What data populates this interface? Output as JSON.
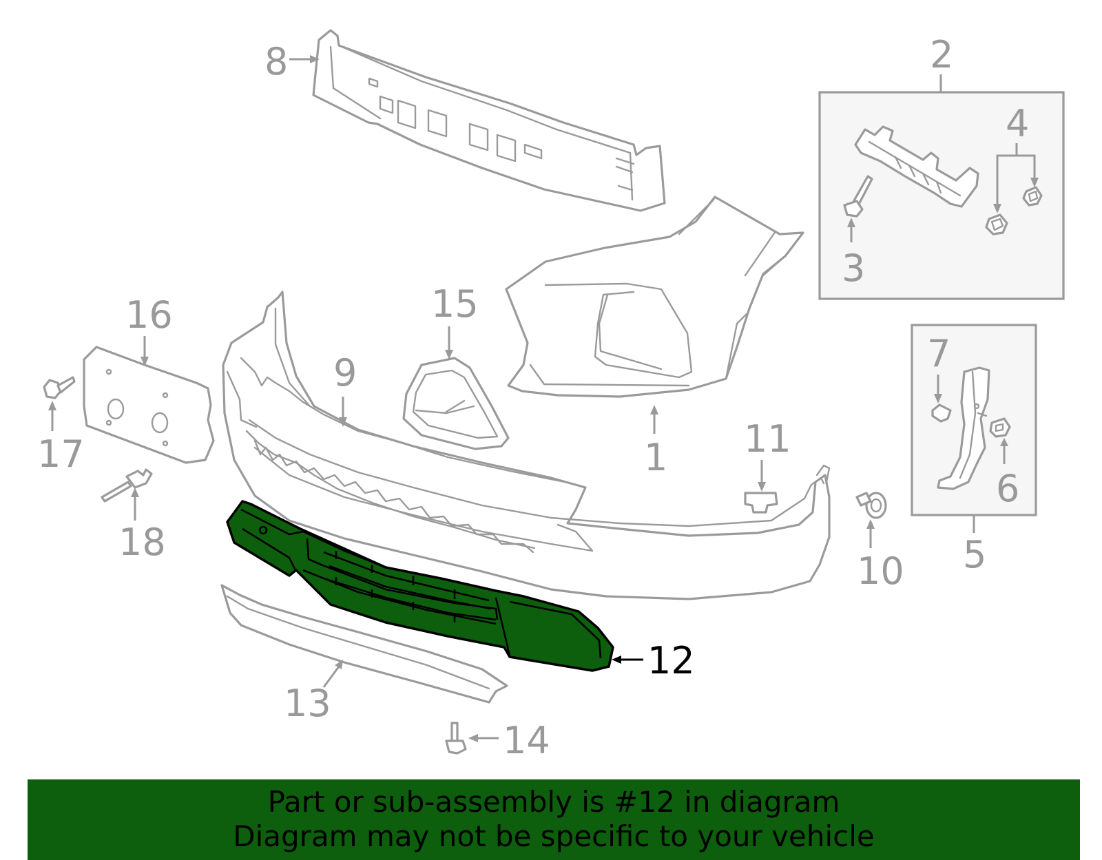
{
  "callouts": {
    "c1": "1",
    "c2": "2",
    "c3": "3",
    "c4": "4",
    "c5": "5",
    "c6": "6",
    "c7": "7",
    "c8": "8",
    "c9": "9",
    "c10": "10",
    "c11": "11",
    "c12": "12",
    "c13": "13",
    "c14": "14",
    "c15": "15",
    "c16": "16",
    "c17": "17",
    "c18": "18"
  },
  "highlighted_part": "12",
  "colors": {
    "highlight_fill": "#0d5f0d",
    "part_stroke": "#9a9a9a",
    "banner_bg": "#0d5f0d"
  },
  "banner": {
    "line1": "Part or sub-assembly is #12 in diagram",
    "line2": "Diagram may not be specific to your vehicle"
  }
}
